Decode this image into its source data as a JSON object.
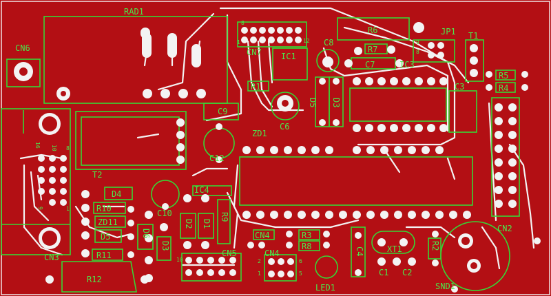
{
  "colors": {
    "board": "#b30f14",
    "silkscreen": "#36d736",
    "copper": "#f3f3f3"
  },
  "labels": {
    "rad1": "RAD1",
    "cn6": "CN6",
    "cn7": "CN7",
    "r6": "R6",
    "c8": "C8",
    "r7": "R7",
    "c7": "C7",
    "jp1": "JP1",
    "t1": "T1",
    "ic3": "IC3",
    "ic1": "IC1",
    "r5": "R5",
    "r4": "R4",
    "r1": "R1",
    "c9": "C9",
    "d5_vert": "D5",
    "d3_vert": "D3",
    "c3": "C3",
    "c6": "C6",
    "zd1": "ZD1",
    "t2": "T2",
    "c12": "C12",
    "cn2": "CN2",
    "ic4": "IC4",
    "d4": "D4",
    "r10": "R10",
    "zd11": "ZD11",
    "d5": "D5",
    "r11": "R11",
    "c10": "C10",
    "d6": "D6",
    "d3": "D3",
    "d2": "D2",
    "d1": "D1",
    "r9": "R9",
    "cn4": "CN4",
    "cn5": "CN5",
    "r3": "R3",
    "r8": "R8",
    "c4": "C4",
    "xt1": "XT1",
    "r2": "R2",
    "c1": "C1",
    "c2": "C2",
    "led1": "LED1",
    "snd1": "SND1",
    "cn3": "CN3",
    "r12": "R12"
  },
  "pin_numbers": {
    "cn7_top": "8",
    "cn7_bottom": "1",
    "cn7_right": "12",
    "jp1_a": "9",
    "jp1_b": "8",
    "cn3_16": "16",
    "cn3_10": "10",
    "cn3_8": "8",
    "cn3_9": "9",
    "cn3_1": "1",
    "cn5_left": "10",
    "cn4_left_top": "2",
    "cn4_left_bottom": "1",
    "cn4_right_top": "6",
    "cn4_right_bottom": "5"
  }
}
